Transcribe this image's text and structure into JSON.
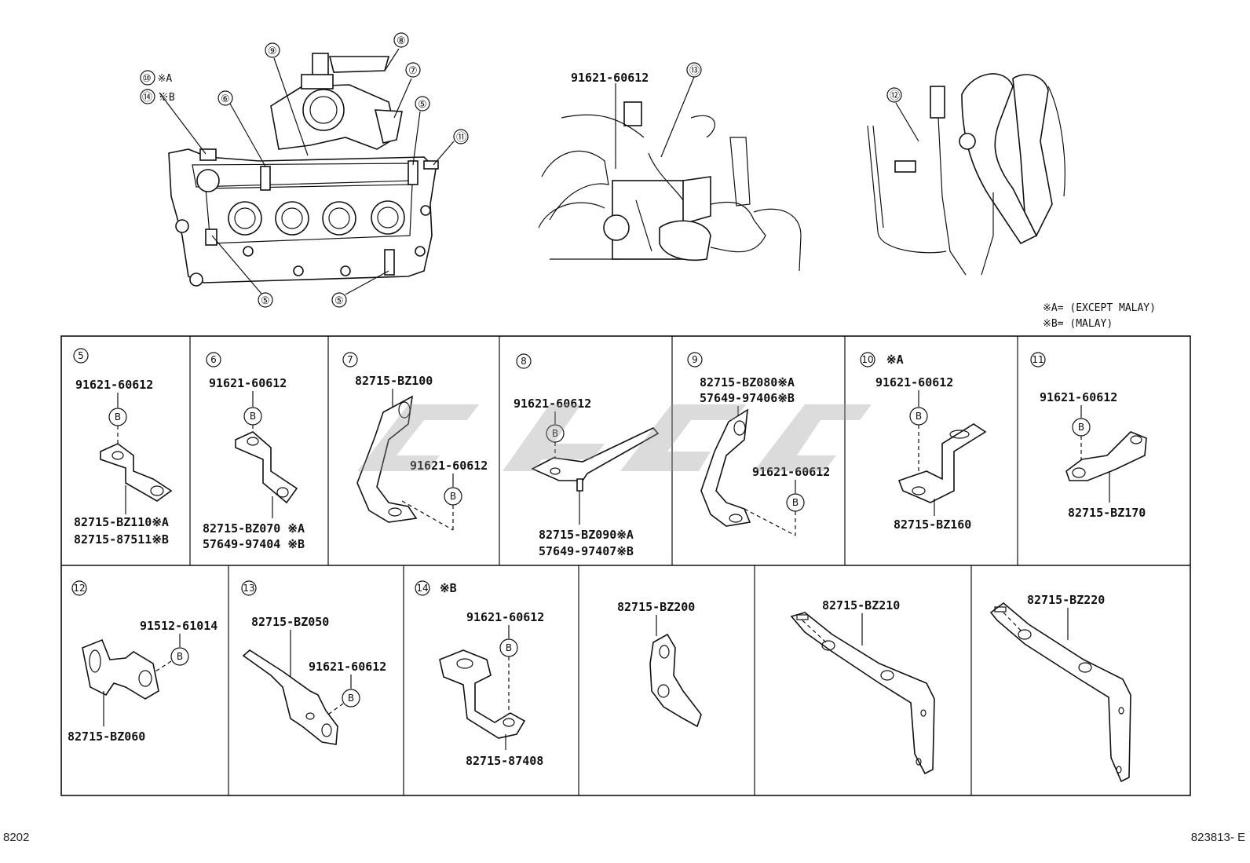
{
  "overview": {
    "left": {
      "callouts": [
        "⑩ ※A",
        "⑭ ※B",
        "⑥",
        "⑨",
        "⑧",
        "⑦",
        "⑤",
        "⑪",
        "⑤",
        "⑤"
      ]
    },
    "middle": {
      "part_label": "91621-60612",
      "callout": "⑬"
    },
    "right": {
      "callout": "⑫"
    },
    "legend": [
      "※A= (EXCEPT MALAY)",
      "※B= (MALAY)"
    ]
  },
  "cells": [
    {
      "num": "5",
      "labels": [
        "91621-60612",
        "82715-BZ110※A",
        "82715-87511※B"
      ],
      "bolt": "B"
    },
    {
      "num": "6",
      "labels": [
        "91621-60612",
        "82715-BZ070 ※A",
        "57649-97404 ※B"
      ],
      "bolt": "B"
    },
    {
      "num": "7",
      "labels": [
        "82715-BZ100",
        "91621-60612"
      ],
      "bolt": "B"
    },
    {
      "num": "8",
      "labels": [
        "91621-60612",
        "82715-BZ090※A",
        "57649-97407※B"
      ],
      "bolt": "B"
    },
    {
      "num": "9",
      "labels": [
        "82715-BZ080※A",
        "57649-97406※B",
        "91621-60612"
      ],
      "bolt": "B"
    },
    {
      "num": "10",
      "tag": "※A",
      "labels": [
        "91621-60612",
        "82715-BZ160"
      ],
      "bolt": "B"
    },
    {
      "num": "11",
      "labels": [
        "91621-60612",
        "82715-BZ170"
      ],
      "bolt": "B"
    },
    {
      "num": "12",
      "labels": [
        "91512-61014",
        "82715-BZ060"
      ],
      "bolt": "B"
    },
    {
      "num": "13",
      "labels": [
        "82715-BZ050",
        "91621-60612"
      ],
      "bolt": "B"
    },
    {
      "num": "14",
      "tag": "※B",
      "labels": [
        "91621-60612",
        "82715-87408"
      ],
      "bolt": "B"
    },
    {
      "labels": [
        "82715-BZ200"
      ]
    },
    {
      "labels": [
        "82715-BZ210"
      ]
    },
    {
      "labels": [
        "82715-BZ220"
      ]
    }
  ],
  "footer": {
    "left": "8202",
    "right": "823813- E"
  }
}
